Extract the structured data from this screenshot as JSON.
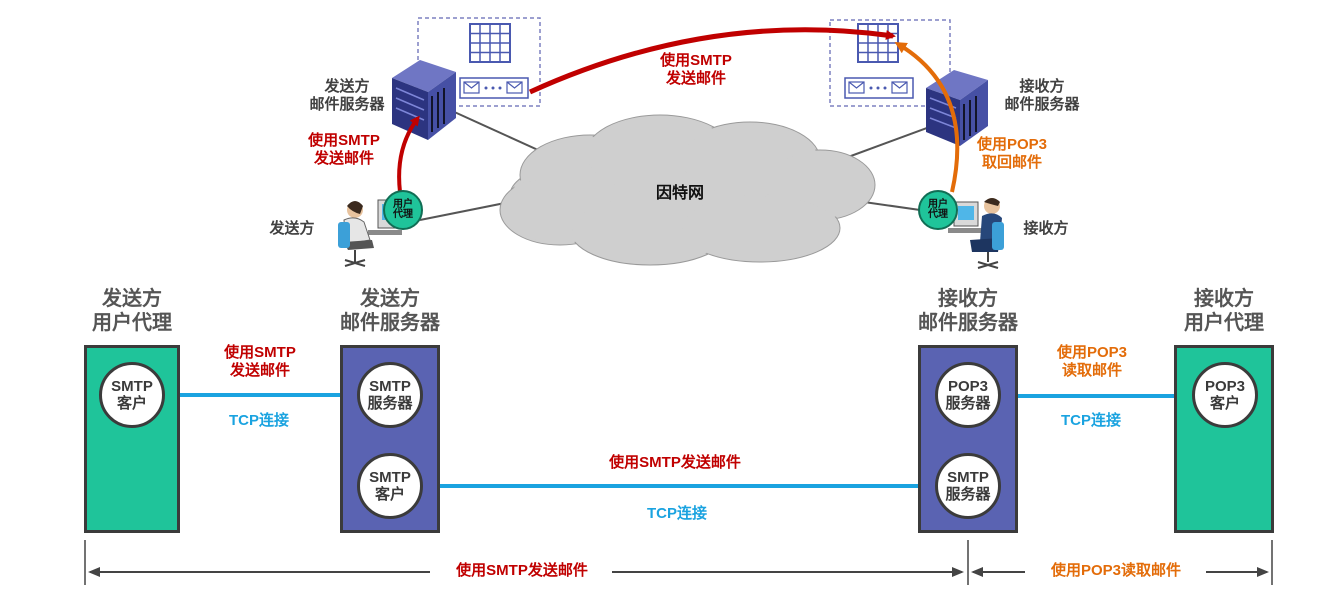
{
  "top": {
    "sender_server_label": [
      "发送方",
      "邮件服务器"
    ],
    "receiver_server_label": [
      "接收方",
      "邮件服务器"
    ],
    "internet_label": "因特网",
    "sender_label": "发送方",
    "receiver_label": "接收方",
    "agent_label": [
      "用户",
      "代理"
    ],
    "smtp_send_left": [
      "使用SMTP",
      "发送邮件"
    ],
    "smtp_send_top": [
      "使用SMTP",
      "发送邮件"
    ],
    "pop3_fetch": [
      "使用POP3",
      "取回邮件"
    ]
  },
  "bottom": {
    "sender_agent_title": [
      "发送方",
      "用户代理"
    ],
    "sender_server_title": [
      "发送方",
      "邮件服务器"
    ],
    "receiver_server_title": [
      "接收方",
      "邮件服务器"
    ],
    "receiver_agent_title": [
      "接收方",
      "用户代理"
    ],
    "smtp_client": [
      "SMTP",
      "客户"
    ],
    "smtp_server": [
      "SMTP",
      "服务器"
    ],
    "pop3_server": [
      "POP3",
      "服务器"
    ],
    "pop3_client": [
      "POP3",
      "客户"
    ],
    "smtp_send_1": [
      "使用SMTP",
      "发送邮件"
    ],
    "tcp_1": "TCP连接",
    "smtp_send_2": "使用SMTP发送邮件",
    "tcp_2": "TCP连接",
    "pop3_read": [
      "使用POP3",
      "读取邮件"
    ],
    "tcp_3": "TCP连接",
    "span_smtp": "使用SMTP发送邮件",
    "span_pop3": "使用POP3读取邮件"
  },
  "colors": {
    "agent_box": "#1fc49a",
    "server_box": "#5a63b2",
    "smtp_red": "#c00000",
    "pop3_orange": "#e36c09",
    "tcp_blue": "#1aa3e0"
  }
}
